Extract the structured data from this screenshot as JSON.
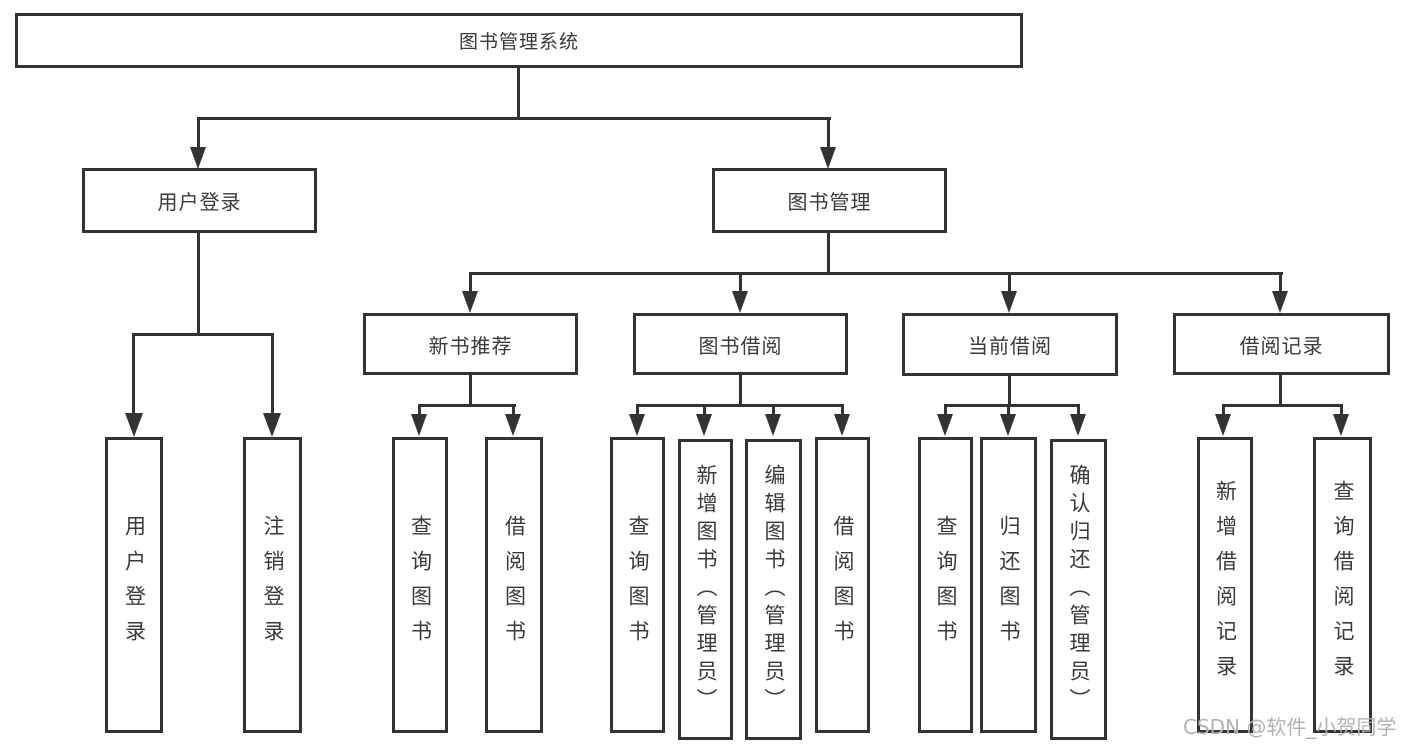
{
  "nodes": {
    "root": "图书管理系统",
    "user_login": "用户登录",
    "book_mgmt": "图书管理",
    "new_book_rec": "新书推荐",
    "book_borrow": "图书借阅",
    "current_borrow": "当前借阅",
    "borrow_record": "借阅记录",
    "leaf_user_login": "用户登录",
    "leaf_logout": "注销登录",
    "leaf_query_book_1": "查询图书",
    "leaf_borrow_book_1": "借阅图书",
    "leaf_query_book_2": "查询图书",
    "leaf_add_book": "新增图书（管理员）",
    "leaf_edit_book": "编辑图书（管理员）",
    "leaf_borrow_book_2": "借阅图书",
    "leaf_query_book_3": "查询图书",
    "leaf_return_book": "归还图书",
    "leaf_confirm_return": "确认归还（管理员）",
    "leaf_add_record": "新增借阅记录",
    "leaf_query_record": "查询借阅记录"
  },
  "hierarchy": {
    "图书管理系统": {
      "用户登录": [
        "用户登录",
        "注销登录"
      ],
      "图书管理": {
        "新书推荐": [
          "查询图书",
          "借阅图书"
        ],
        "图书借阅": [
          "查询图书",
          "新增图书（管理员）",
          "编辑图书（管理员）",
          "借阅图书"
        ],
        "当前借阅": [
          "查询图书",
          "归还图书",
          "确认归还（管理员）"
        ],
        "借阅记录": [
          "新增借阅记录",
          "查询借阅记录"
        ]
      }
    }
  },
  "watermark": "CSDN @软件_小贺同学",
  "colors": {
    "line": "#333333",
    "text": "#3a3a3a",
    "background": "#ffffff",
    "watermark": "#b3b3b3"
  }
}
